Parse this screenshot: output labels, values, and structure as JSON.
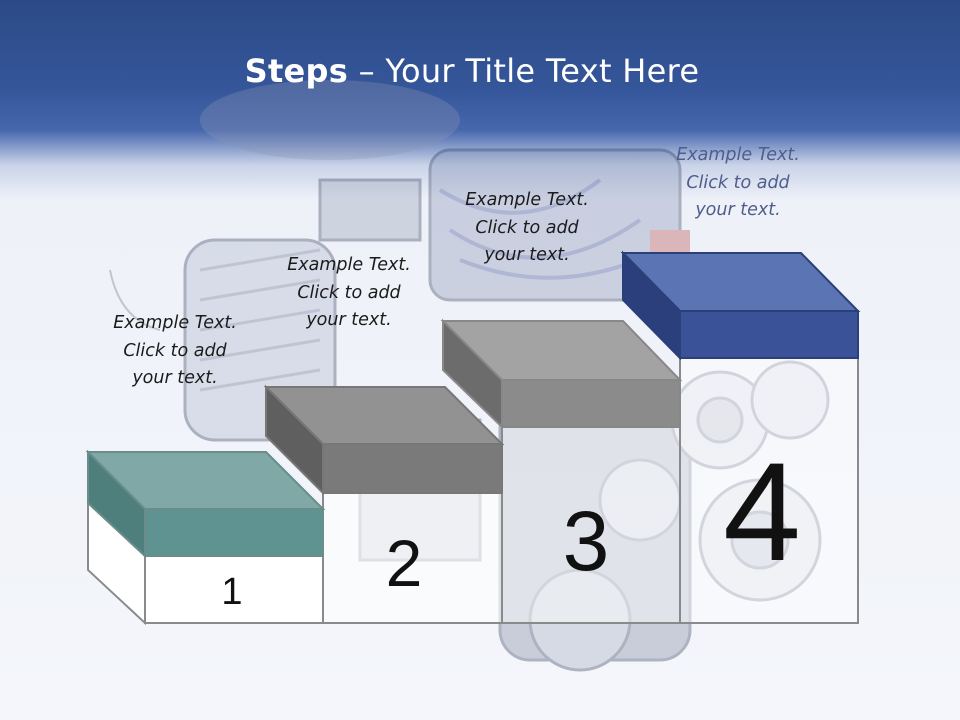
{
  "slide": {
    "title_bold": "Steps",
    "title_rest": " – Your Title Text Here"
  },
  "steps": [
    {
      "number": "1",
      "caption": [
        "Example Text.",
        "Click  to add",
        "your text."
      ],
      "color": "#5e9391"
    },
    {
      "number": "2",
      "caption": [
        "Example Text.",
        "Click  to add",
        "your text."
      ],
      "color": "#7a7a7a"
    },
    {
      "number": "3",
      "caption": [
        "Example Text.",
        "Click  to add",
        "your text."
      ],
      "color": "#8b8b8b"
    },
    {
      "number": "4",
      "caption": [
        "Example Text.",
        "Click  to add",
        "your text."
      ],
      "color": "#3a5297"
    }
  ],
  "colors": {
    "header": "#35569a",
    "background": "#f4f6fb",
    "accent": "#3a5297"
  }
}
